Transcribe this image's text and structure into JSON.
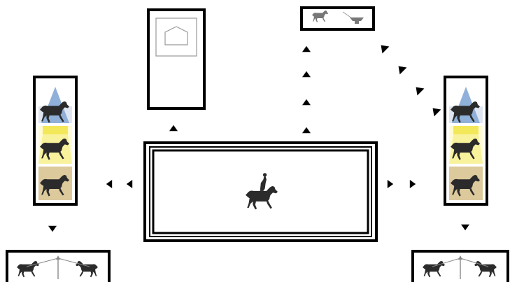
{
  "diagram": {
    "kind": "dressage-arena-camera-setup",
    "colors": {
      "frame": "#000000",
      "background": "#ffffff",
      "arrow": "#000000",
      "horse": "#2b2b2b",
      "horse_faded": "#777777",
      "light_blue": "#8fb0d8",
      "light_yellow": "#f3e85a",
      "light_beige": "#dcc99c",
      "sketch_line": "#888888"
    },
    "nodes": [
      {
        "id": "arena",
        "icon": "rider-on-horse-icon"
      },
      {
        "id": "door-panel",
        "icon": "house-outline-icon"
      },
      {
        "id": "top-camera-panel",
        "icon": "horse-and-camera-icon"
      },
      {
        "id": "left-lighting-column",
        "icon": "horse-lighting-stack-icon",
        "bands": [
          "blue",
          "yellow",
          "beige"
        ]
      },
      {
        "id": "right-lighting-column",
        "icon": "horse-lighting-stack-icon",
        "bands": [
          "blue",
          "yellow",
          "beige"
        ]
      },
      {
        "id": "left-bottom-panel",
        "icon": "two-horses-with-tripod-icon"
      },
      {
        "id": "right-bottom-panel",
        "icon": "two-horses-with-tripod-icon"
      }
    ],
    "edges": [
      {
        "from": "arena",
        "to": "door-panel",
        "style": "single-arrow"
      },
      {
        "from": "arena",
        "to": "top-camera-panel",
        "style": "dashed-arrows"
      },
      {
        "from": "arena",
        "to": "left-lighting-column",
        "style": "double-arrow"
      },
      {
        "from": "arena",
        "to": "right-lighting-column",
        "style": "double-arrow"
      },
      {
        "from": "right-lighting-column",
        "to": "top-camera-panel",
        "style": "dashed-arrows"
      },
      {
        "from": "left-lighting-column",
        "to": "left-bottom-panel",
        "style": "single-arrow"
      },
      {
        "from": "right-lighting-column",
        "to": "right-bottom-panel",
        "style": "single-arrow"
      }
    ]
  }
}
